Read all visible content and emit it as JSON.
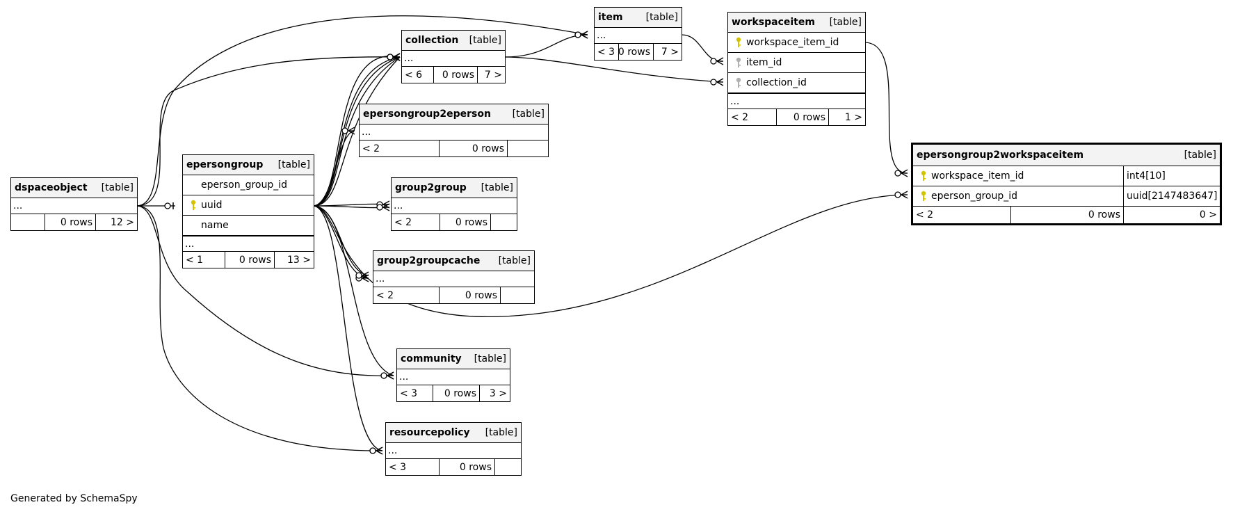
{
  "footer_text": "Generated by SchemaSpy",
  "tables": {
    "dspaceobject": {
      "name": "dspaceobject",
      "type": "[table]",
      "more": "...",
      "parents": "",
      "rows": "0 rows",
      "children": "12 >"
    },
    "epersongroup": {
      "name": "epersongroup",
      "type": "[table]",
      "columns": [
        {
          "name": "eperson_group_id",
          "key": "none"
        },
        {
          "name": "uuid",
          "key": "primary"
        },
        {
          "name": "name",
          "key": "none"
        }
      ],
      "more": "...",
      "parents": "< 1",
      "rows": "0 rows",
      "children": "13 >"
    },
    "collection": {
      "name": "collection",
      "type": "[table]",
      "more": "...",
      "parents": "< 6",
      "rows": "0 rows",
      "children": "7 >"
    },
    "item": {
      "name": "item",
      "type": "[table]",
      "more": "...",
      "parents": "< 3",
      "rows": "0 rows",
      "children": "7 >"
    },
    "workspaceitem": {
      "name": "workspaceitem",
      "type": "[table]",
      "columns": [
        {
          "name": "workspace_item_id",
          "key": "primary"
        },
        {
          "name": "item_id",
          "key": "foreign"
        },
        {
          "name": "collection_id",
          "key": "foreign"
        }
      ],
      "more": "...",
      "parents": "< 2",
      "rows": "0 rows",
      "children": "1 >"
    },
    "epersongroup2eperson": {
      "name": "epersongroup2eperson",
      "type": "[table]",
      "more": "...",
      "parents": "< 2",
      "rows": "0 rows",
      "children": ""
    },
    "group2group": {
      "name": "group2group",
      "type": "[table]",
      "more": "...",
      "parents": "< 2",
      "rows": "0 rows",
      "children": ""
    },
    "group2groupcache": {
      "name": "group2groupcache",
      "type": "[table]",
      "more": "...",
      "parents": "< 2",
      "rows": "0 rows",
      "children": ""
    },
    "community": {
      "name": "community",
      "type": "[table]",
      "more": "...",
      "parents": "< 3",
      "rows": "0 rows",
      "children": "3 >"
    },
    "resourcepolicy": {
      "name": "resourcepolicy",
      "type": "[table]",
      "more": "...",
      "parents": "< 3",
      "rows": "0 rows",
      "children": ""
    },
    "epersongroup2workspaceitem": {
      "name": "epersongroup2workspaceitem",
      "type": "[table]",
      "columns": [
        {
          "name": "workspace_item_id",
          "key": "primary",
          "dtype": "int4[10]"
        },
        {
          "name": "eperson_group_id",
          "key": "primary",
          "dtype": "uuid[2147483647]"
        }
      ],
      "parents": "< 2",
      "rows": "0 rows",
      "children": "0 >"
    }
  },
  "colors": {
    "line": "#000000",
    "header_bg": "#f3f3f3",
    "primary_key": "#d4c400",
    "foreign_key": "#b0b0b0"
  }
}
